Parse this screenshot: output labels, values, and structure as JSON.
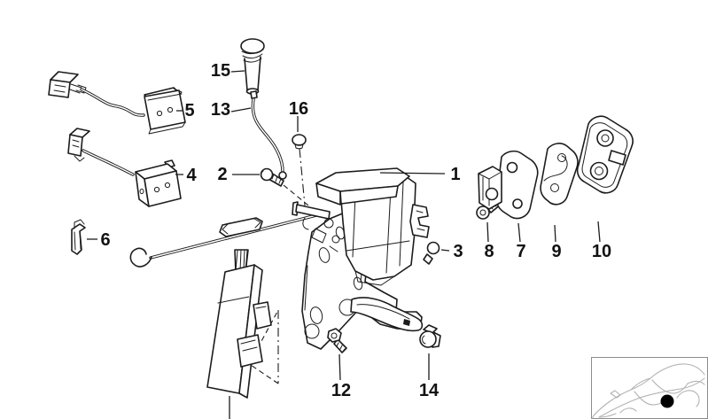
{
  "diagram": {
    "description": "exploded-parts-diagram-door-lock",
    "labels": {
      "part1": "1",
      "part2": "2",
      "part3": "3",
      "part4": "4",
      "part5": "5",
      "part6": "6",
      "part7": "7",
      "part8": "8",
      "part9": "9",
      "part10": "10",
      "part12": "12",
      "part13": "13",
      "part14": "14",
      "part15": "15",
      "part16": "16"
    },
    "colors": {
      "line": "#1c1c1c",
      "background": "#ffffff",
      "car_outline": "#b2b2b2",
      "location_marker": "#000000"
    },
    "icons": {
      "inset": "car-location-thumbnail",
      "marker": "rear-door-location-dot"
    }
  }
}
